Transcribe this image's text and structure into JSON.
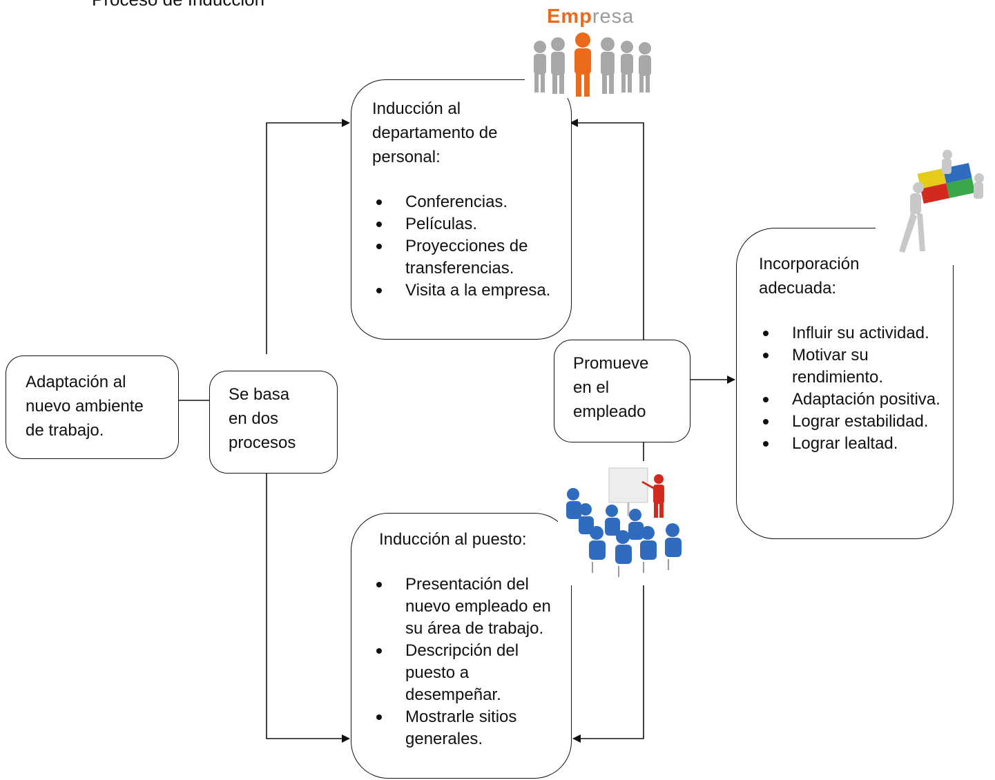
{
  "title": "Proceso de Inducción",
  "boxes": {
    "adaptacion": {
      "text": "Adaptación al\nnuevo ambiente\nde trabajo."
    },
    "se_basa": {
      "text": "Se basa\nen  dos\nprocesos"
    },
    "departamento": {
      "heading": " Inducción al\ndepartamento de\npersonal:",
      "items": [
        "Conferencias.",
        "Películas.",
        "Proyecciones de transferencias.",
        "Visita a la empresa."
      ]
    },
    "promueve": {
      "text": "Promueve\nen el\nempleado"
    },
    "incorporacion": {
      "heading": " Incorporación\nadecuada:",
      "items": [
        "Influir su actividad.",
        "Motivar su rendimiento.",
        "Adaptación positiva.",
        "Lograr estabilidad.",
        "Lograr lealtad."
      ]
    },
    "puesto": {
      "heading": "Inducción al puesto:",
      "items": [
        "Presentación del nuevo empleado en su área de trabajo.",
        "Descripción del puesto a desempeñar.",
        "Mostrarle sitios generales."
      ]
    }
  },
  "images": {
    "empresa_logo": {
      "word_part1": "Emp",
      "word_part2": "resa",
      "icon": "team-leader-icon"
    },
    "puzzle": {
      "icon": "puzzle-team-icon"
    },
    "presentation": {
      "icon": "presentation-meeting-icon"
    }
  },
  "colors": {
    "orange": "#ec6a1c",
    "blue": "#2f6bbf",
    "red": "#d42a1e",
    "gray": "#a8a8a8"
  }
}
